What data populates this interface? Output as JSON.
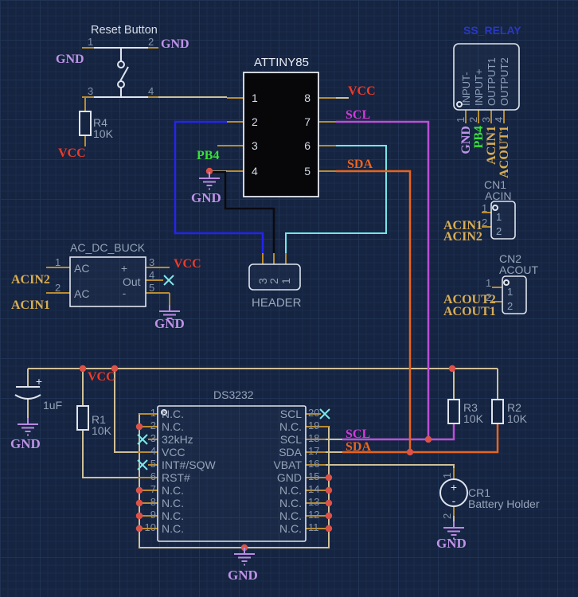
{
  "palette": {
    "background": "#152441",
    "grid": "#1b2c4a",
    "wire_tan": "#cfc096",
    "pin_gold": "#b98c2e",
    "net_gnd_purple": "#bf93e8",
    "net_vcc_red": "#ef3a28",
    "net_scl_magenta": "#d23ad8",
    "net_sda_orange": "#ea6420",
    "net_pb4_green": "#38e038",
    "net_ac_gold": "#d9ad52",
    "wire_blue": "#2424ef",
    "wire_cyan": "#74e6e9",
    "wire_black": "#0a0a0e",
    "junction_dot": "#dd5248",
    "symbol_white": "#dfe4ee",
    "relay_title_blue": "#2838c2"
  },
  "reset_button": {
    "title": "Reset Button",
    "pin1": "1",
    "pin2": "2",
    "pin3": "3",
    "pin4": "4",
    "gnd_left": "GND",
    "gnd_right": "GND"
  },
  "r4": {
    "ref": "R4",
    "val": "10K",
    "net": "VCC"
  },
  "attiny": {
    "title": "ATTINY85",
    "p1": "1",
    "p2": "2",
    "p3": "3",
    "p4": "4",
    "p5": "5",
    "p6": "6",
    "p7": "7",
    "p8": "8",
    "net_vcc": "VCC",
    "net_scl": "SCL",
    "net_sda": "SDA",
    "net_pb4": "PB4",
    "net_gnd": "GND"
  },
  "ss_relay": {
    "title": "SS_RELAY",
    "names": [
      "INPUT-",
      "INPUT+",
      "OUTPUT1",
      "OUTPUT2"
    ],
    "pins": [
      "1",
      "2",
      "3",
      "4"
    ],
    "nets": [
      "GND",
      "PB4",
      "ACIN1",
      "ACOUT1"
    ]
  },
  "cn1": {
    "ref": "CN1",
    "name": "ACIN",
    "pin1": "1",
    "pin2": "2",
    "in1": "1",
    "in2": "2",
    "net1": "ACIN1",
    "net2": "ACIN2"
  },
  "cn2": {
    "ref": "CN2",
    "name": "ACOUT",
    "pin1": "1",
    "pin2": "2",
    "in1": "1",
    "in2": "2",
    "net1": "ACOUT2",
    "net2": "ACOUT1"
  },
  "buck": {
    "title": "AC_DC_BUCK",
    "p1": "1",
    "p2": "2",
    "p3": "3",
    "p4": "4",
    "p5": "5",
    "ac1": "AC",
    "ac2": "AC",
    "plus": "+",
    "out": "Out",
    "minus": "-",
    "net_left1": "ACIN2",
    "net_left2": "ACIN1",
    "net_vcc": "VCC",
    "net_gnd": "GND"
  },
  "header": {
    "title": "HEADER",
    "p3": "3",
    "p2": "2",
    "p1": "1"
  },
  "ds3232": {
    "title": "DS3232",
    "left": [
      {
        "n": "1",
        "name": "N.C."
      },
      {
        "n": "2",
        "name": "N.C."
      },
      {
        "n": "3",
        "name": "32kHz"
      },
      {
        "n": "4",
        "name": "VCC"
      },
      {
        "n": "5",
        "name": "INT#/SQW"
      },
      {
        "n": "6",
        "name": "RST#"
      },
      {
        "n": "7",
        "name": "N.C."
      },
      {
        "n": "8",
        "name": "N.C."
      },
      {
        "n": "9",
        "name": "N.C."
      },
      {
        "n": "10",
        "name": "N.C."
      }
    ],
    "right": [
      {
        "n": "20",
        "name": "SCL"
      },
      {
        "n": "19",
        "name": "N.C."
      },
      {
        "n": "18",
        "name": "SCL"
      },
      {
        "n": "17",
        "name": "SDA"
      },
      {
        "n": "16",
        "name": "VBAT"
      },
      {
        "n": "15",
        "name": "GND"
      },
      {
        "n": "14",
        "name": "N.C."
      },
      {
        "n": "13",
        "name": "N.C."
      },
      {
        "n": "12",
        "name": "N.C."
      },
      {
        "n": "11",
        "name": "N.C."
      }
    ],
    "net_scl": "SCL",
    "net_sda": "SDA",
    "net_gnd": "GND"
  },
  "cap1": {
    "val": "1uF",
    "plus": "+",
    "net_gnd": "GND"
  },
  "rail": {
    "net_vcc": "VCC"
  },
  "r1": {
    "ref": "R1",
    "val": "10K"
  },
  "r3": {
    "ref": "R3",
    "val": "10K"
  },
  "r2": {
    "ref": "R2",
    "val": "10K"
  },
  "cr1": {
    "ref": "CR1",
    "name": "Battery Holder",
    "p1": "1",
    "p2": "2",
    "plus": "+",
    "minus": "-",
    "net_gnd": "GND"
  }
}
